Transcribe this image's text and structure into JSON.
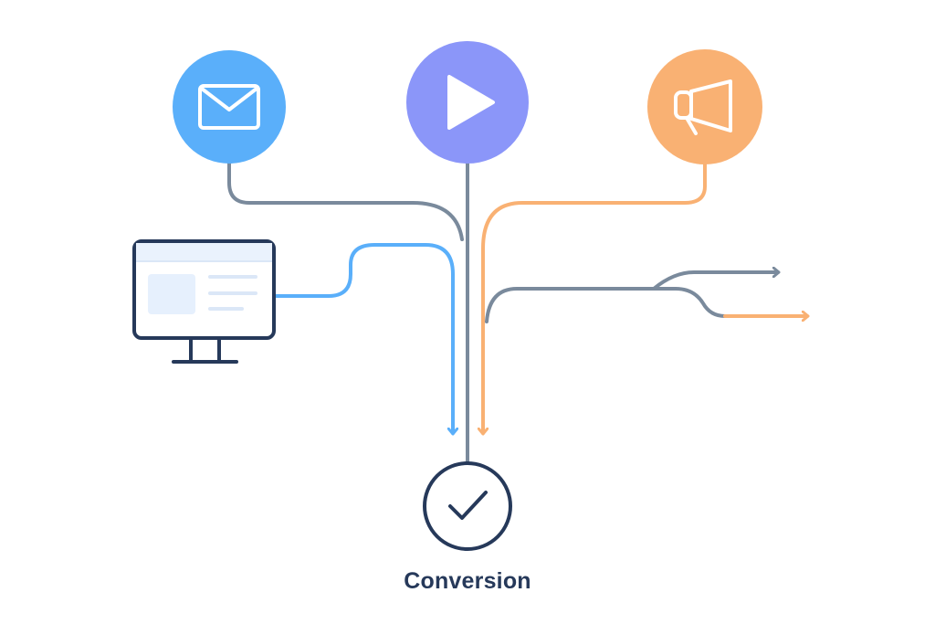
{
  "diagram": {
    "nodes": [
      {
        "id": "email",
        "icon": "envelope-icon",
        "color": "#5aaffa"
      },
      {
        "id": "video",
        "icon": "play-icon",
        "color": "#8b96f9"
      },
      {
        "id": "ads",
        "icon": "megaphone-icon",
        "color": "#f9b173"
      },
      {
        "id": "website",
        "icon": "monitor-icon",
        "color": "#26395a"
      },
      {
        "id": "conversion",
        "icon": "checkmark-icon",
        "color": "#26395a"
      }
    ],
    "paths": [
      {
        "from": "email",
        "to": "conversion",
        "color": "#7a8a9c"
      },
      {
        "from": "video",
        "to": "conversion",
        "color": "#7a8a9c"
      },
      {
        "from": "ads",
        "to": "conversion",
        "color": "#f9b173"
      },
      {
        "from": "website",
        "to": "conversion",
        "color": "#5aaffa"
      },
      {
        "from": "conversion-stream",
        "to": "exit",
        "color": "#7a8a9c"
      },
      {
        "from": "conversion-stream",
        "to": "exit",
        "color": "#f9b173"
      }
    ],
    "conversion_label": "Conversion"
  }
}
